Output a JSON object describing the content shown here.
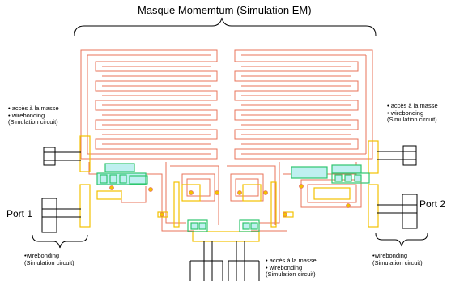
{
  "title": "Masque Momemtum (Simulation EM)",
  "annotations": {
    "left_top": {
      "line1": "• accès à la masse",
      "line2": "• wirebonding",
      "line3": "(Simulation circuit)"
    },
    "right_top": {
      "line1": "• accès à la masse",
      "line2": "• wirebonding",
      "line3": "(Simulation circuit)"
    },
    "bottom_center": {
      "line1": "• accès à la masse",
      "line2": "• wirebonding",
      "line3": "(Simulation circuit)"
    },
    "left_bottom": {
      "line1": "•wirebonding",
      "line2": "(Simulation circuit)"
    },
    "right_bottom": {
      "line1": "•wirebonding",
      "line2": "(Simulation circuit)"
    }
  },
  "ports": {
    "port1": "Port 1",
    "port2": "Port 2"
  },
  "colors": {
    "meander": "#e8735a",
    "pad": "#f2c200",
    "capacitor": "#2fc66f",
    "capacitor_fill": "#bff0f0",
    "wire": "#000000",
    "brace": "#000000"
  }
}
